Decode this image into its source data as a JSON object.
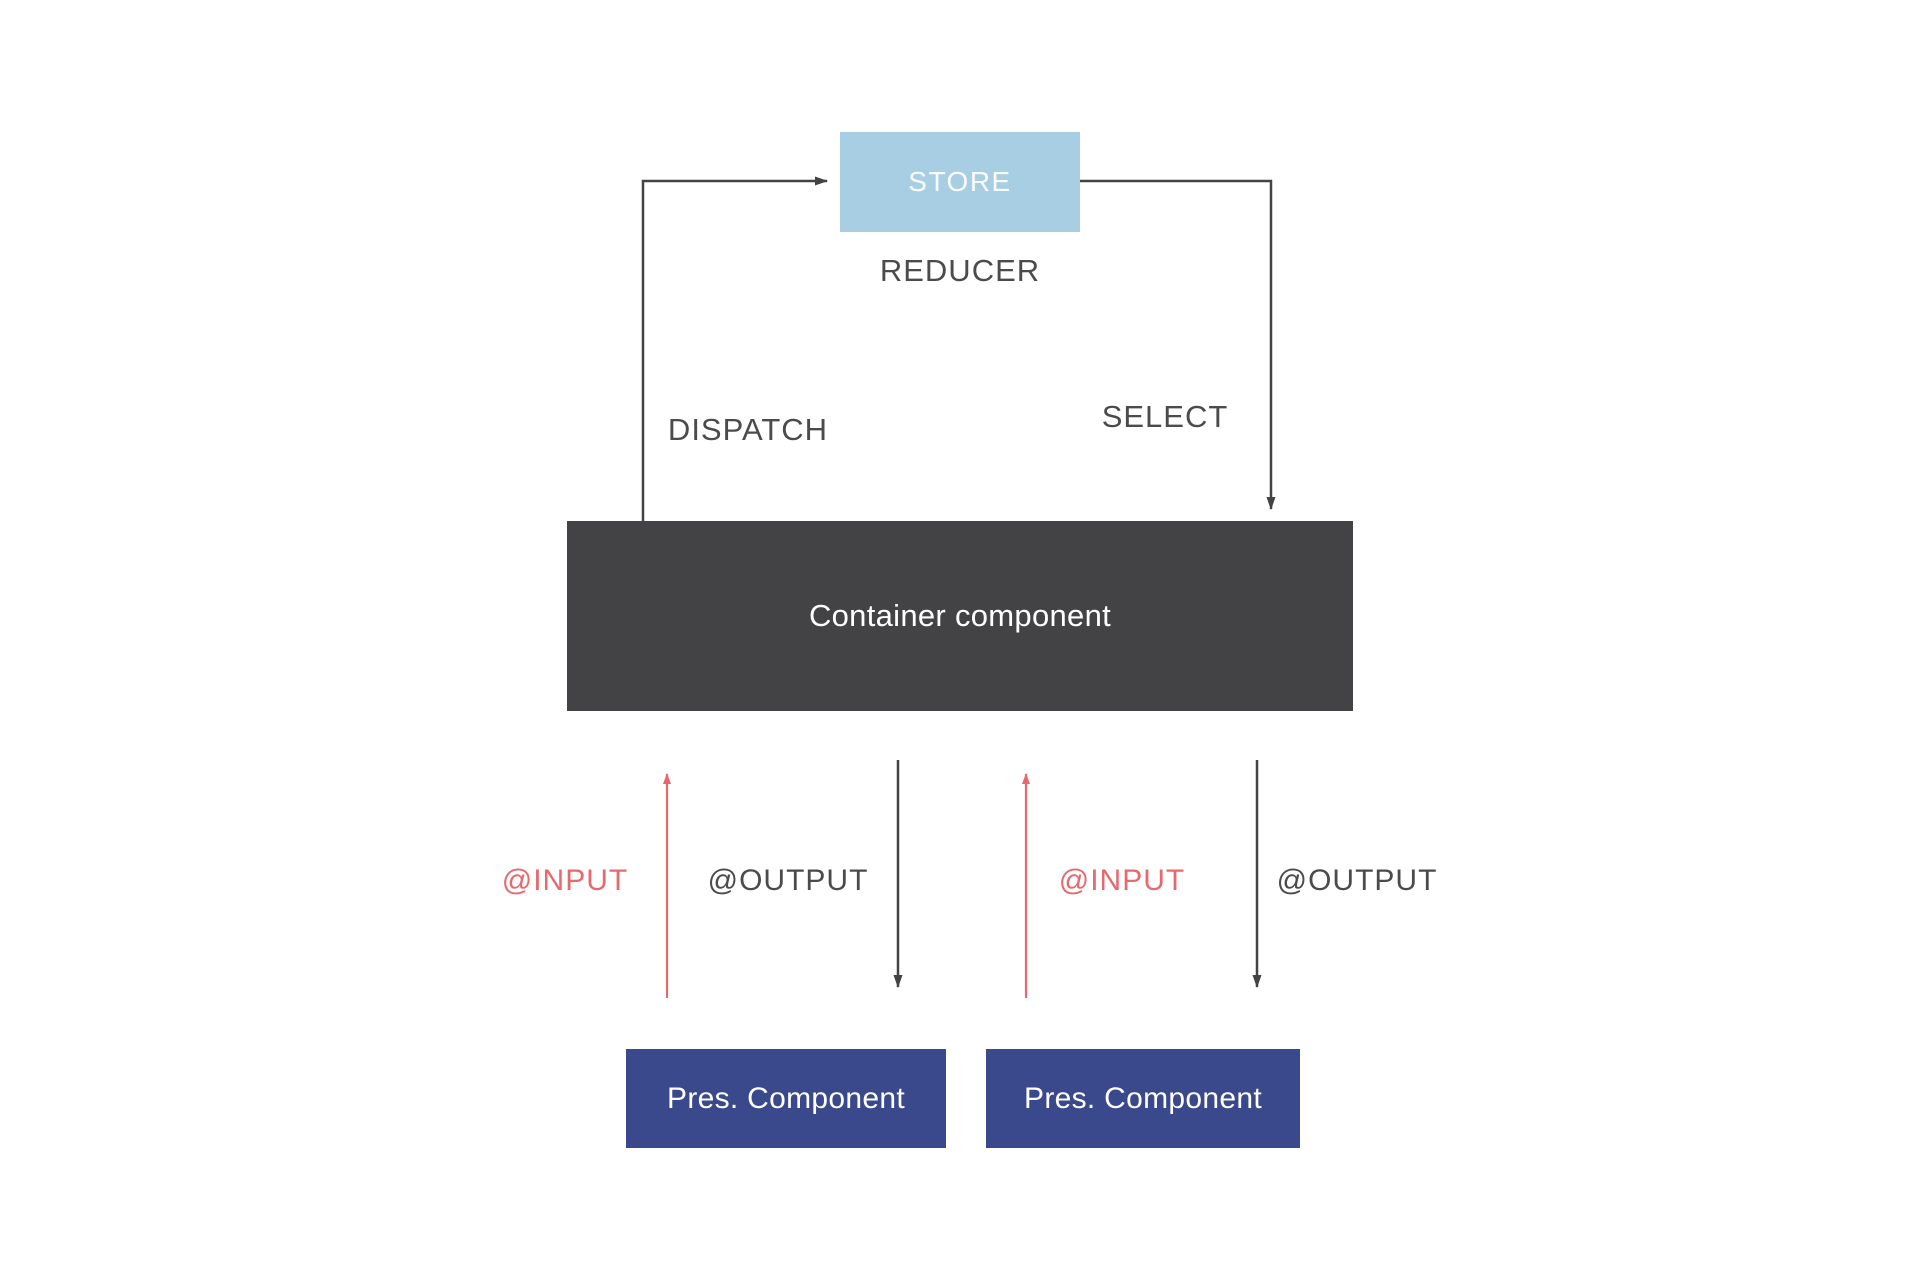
{
  "diagram": {
    "store_label": "STORE",
    "reducer_label": "REDUCER",
    "dispatch_label": "DISPATCH",
    "select_label": "SELECT",
    "container_label": "Container component",
    "flows": {
      "left": {
        "input": "@INPUT",
        "output": "@OUTPUT"
      },
      "right": {
        "input": "@INPUT",
        "output": "@OUTPUT"
      }
    },
    "pres_left_label": "Pres. Component",
    "pres_right_label": "Pres. Component",
    "colors": {
      "background": "#ffffff",
      "store_bg": "#a8cee4",
      "store_text": "#fafdff",
      "container_bg": "#434346",
      "pres_bg": "#3a498c",
      "line_dark": "#434346",
      "input_red": "#e8696d",
      "label_text": "#4b4b4d"
    }
  }
}
